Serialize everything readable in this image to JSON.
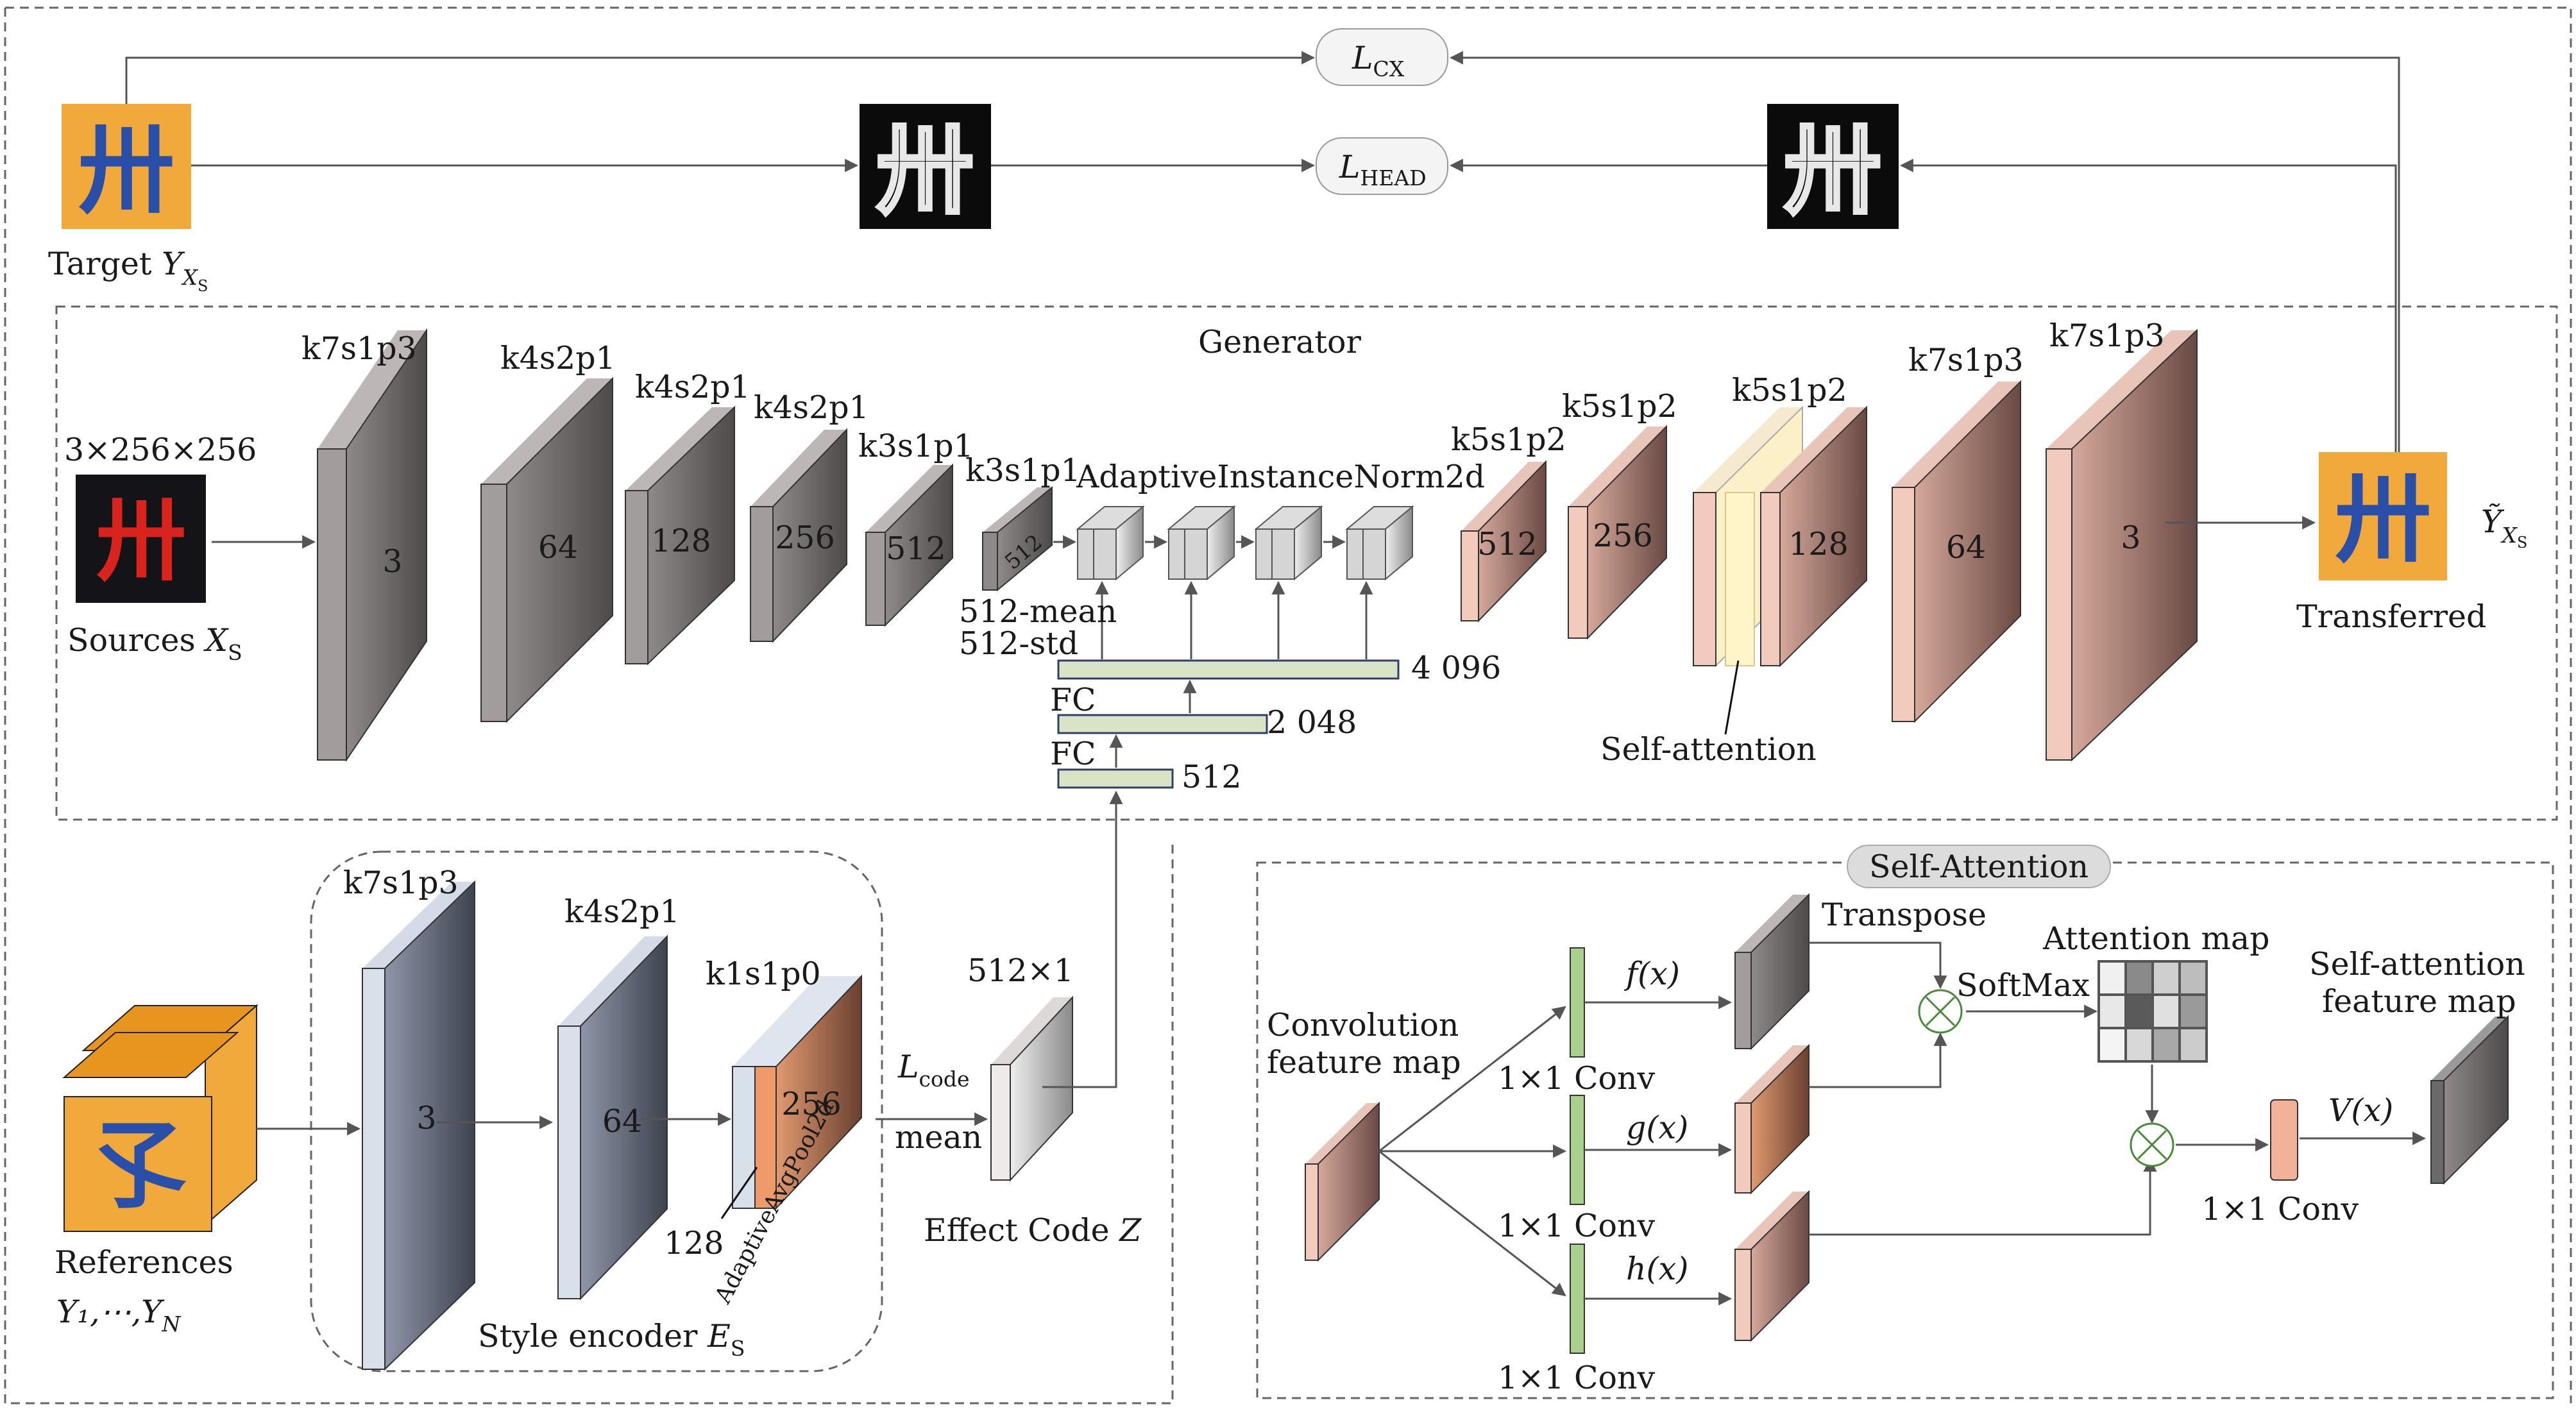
{
  "losses": {
    "cx": {
      "symbol": "L",
      "subscript": "CX"
    },
    "head": {
      "symbol": "L",
      "subscript": "HEAD"
    }
  },
  "target": {
    "label_prefix": "Target ",
    "symbol": "Y",
    "sub1": "X",
    "sub2": "S",
    "glyph": "卅"
  },
  "transferred": {
    "label": "Transferred",
    "symbol": "Ỹ",
    "sub1": "X",
    "sub2": "S",
    "glyph": "卅"
  },
  "generator": {
    "title": "Generator",
    "input_dims": "3×256×256",
    "source_label_prefix": "Sources ",
    "source_symbol": "X",
    "source_sub": "S",
    "source_glyph": "卅",
    "encoder_layers": [
      {
        "kernel": "k7s1p3",
        "channels": "3"
      },
      {
        "kernel": "k4s2p1",
        "channels": "64"
      },
      {
        "kernel": "k4s2p1",
        "channels": "128"
      },
      {
        "kernel": "k4s2p1",
        "channels": "256"
      },
      {
        "kernel": "k3s1p1",
        "channels": "512"
      },
      {
        "kernel": "k3s1p1",
        "channels": "512"
      }
    ],
    "adain_label": "AdaptiveInstanceNorm2d",
    "mean_label": "512-mean",
    "std_label": "512-std",
    "fc_label_1": "FC",
    "fc_label_2": "FC",
    "fc_sizes": [
      "4 096",
      "2 048",
      "512"
    ],
    "decoder_layers": [
      {
        "kernel": "k5s1p2",
        "channels": "512"
      },
      {
        "kernel": "k5s1p2",
        "channels": "256"
      },
      {
        "kernel": "k5s1p2",
        "channels": "128"
      },
      {
        "kernel": "k7s1p3",
        "channels": "64"
      },
      {
        "kernel": "k7s1p3",
        "channels": "3"
      }
    ],
    "self_attention_label": "Self-attention"
  },
  "style_encoder": {
    "label_prefix": "Style encoder ",
    "symbol": "E",
    "sub": "S",
    "layers": [
      {
        "kernel": "k7s1p3",
        "channels": "3"
      },
      {
        "kernel": "k4s2p1",
        "channels": "64"
      },
      {
        "kernel": "k1s1p0",
        "channels": "256"
      }
    ],
    "extra_channels": "128",
    "pool_label": "AdaptiveAvgPool2d",
    "references_label": "References",
    "references_symbols": "Y₁,⋯,Y",
    "references_sub": "N",
    "reference_glyph": "孓"
  },
  "effect_code": {
    "dims": "512×1",
    "loss_symbol": "L",
    "loss_sub": "code",
    "mean_label": "mean",
    "label_prefix": "Effect Code ",
    "symbol": "Z"
  },
  "self_attention": {
    "title": "Self-Attention",
    "input_label_1": "Convolution",
    "input_label_2": "feature map",
    "f_label": "f(x)",
    "g_label": "g(x)",
    "h_label": "h(x)",
    "v_label": "V(x)",
    "conv_label": "1×1 Conv",
    "transpose_label": "Transpose",
    "softmax_label": "SoftMax",
    "attention_map_label": "Attention map",
    "output_label_1": "Self-attention",
    "output_label_2": "feature map",
    "multiply_symbol": "⊗"
  }
}
